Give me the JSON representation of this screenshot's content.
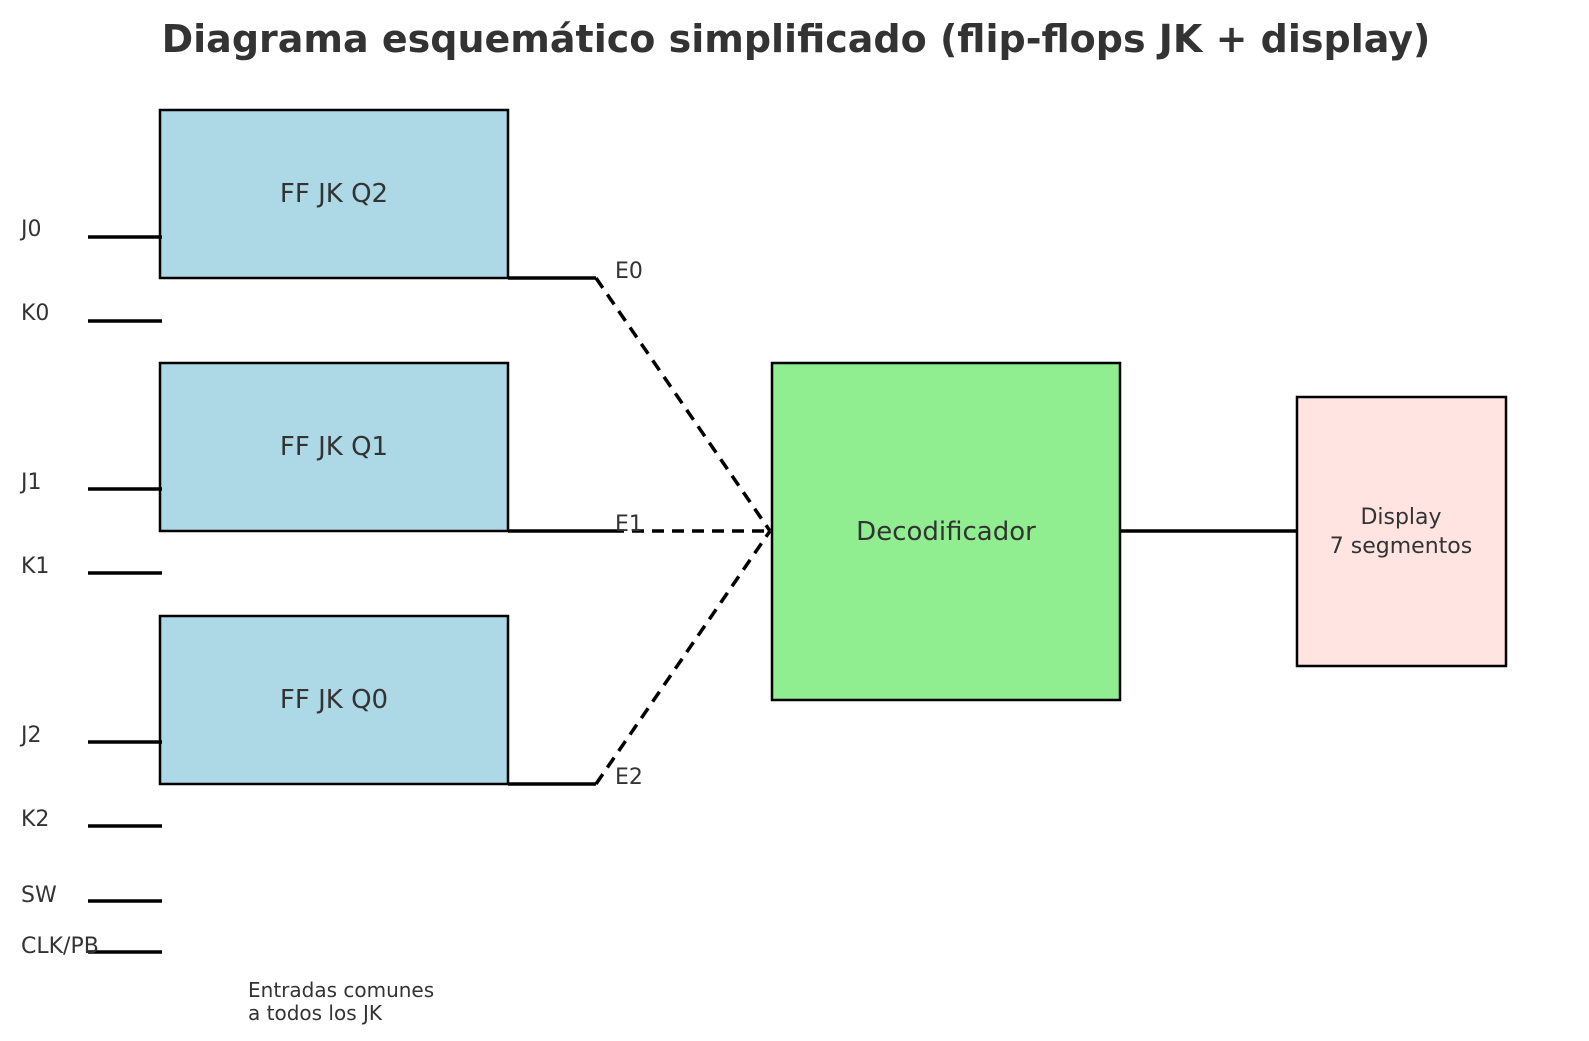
{
  "diagram": {
    "title": "Diagrama esquemático simplificado (flip-flops JK + display)",
    "flipflops": [
      {
        "label": "FF JK Q2",
        "fill": "#add8e6"
      },
      {
        "label": "FF JK Q1",
        "fill": "#add8e6"
      },
      {
        "label": "FF JK Q0",
        "fill": "#add8e6"
      }
    ],
    "inputs": [
      "J0",
      "K0",
      "J1",
      "K1",
      "J2",
      "K2",
      "SW",
      "CLK/PB"
    ],
    "outputs": [
      "E0",
      "E1",
      "E2"
    ],
    "decoder": {
      "label": "Decodificador",
      "fill": "#90ee90"
    },
    "display": {
      "line1": "Display",
      "line2": "7 segmentos",
      "fill": "#ffe4e1"
    },
    "note": {
      "line1": "Entradas comunes",
      "line2": "a todos los JK"
    },
    "colors": {
      "text": "#333333",
      "line": "#000000"
    }
  }
}
